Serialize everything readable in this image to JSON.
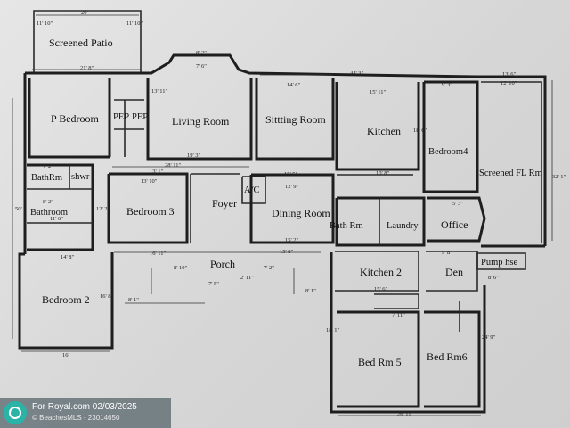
{
  "rooms": {
    "screened_patio": "Screened Patio",
    "p_bedroom": "P Bedroom",
    "pep1": "PEP",
    "pep2": "PEP",
    "living_room": "Living Room",
    "sitting_room": "Sittting Room",
    "kitchen": "Kitchen",
    "bedroom4": "Bedroom4",
    "screened_fl_rm": "Screened FL Rm",
    "bathrm": "BathRm",
    "shwr": "shwr",
    "bathroom": "Bathroom",
    "bedroom3": "Bedroom 3",
    "foyer": "Foyer",
    "ac": "A/C",
    "dining_room": "Dining Room",
    "bath_rm": "Bath Rm",
    "laundry": "Laundry",
    "office": "Office",
    "pump_hse": "Pump hse",
    "porch": "Porch",
    "bedroom2": "Bedroom 2",
    "kitchen2": "Kitchen 2",
    "den": "Den",
    "bed_rm5": "Bed Rm 5",
    "bed_rm6": "Bed Rm6"
  },
  "dimensions": {
    "patio_width": "20'",
    "patio_depth_left": "11' 10\"",
    "patio_depth_right": "11' 10\"",
    "p_bed_width": "21' 8\"",
    "bay_top": "8' 2\"",
    "bay_mid": "7' 6\"",
    "living_width": "19' 3\"",
    "living_depth": "13' 11\"",
    "sitting_width": "14' 6\"",
    "kitchen_width": "15' 11\"",
    "overall_top": "44' 3\"",
    "fl_width": "12' 10\"",
    "fl_top": "13' 6\"",
    "fl_depth": "32' 1\"",
    "bed4_width": "9' 3\"",
    "bed4_depth": "18' 6\"",
    "hall": "28' 11\"",
    "hall2": "13' 1\"",
    "dining_width": "15' 5\"",
    "dining_width2": "12' 9\"",
    "bed3_width": "13' 10\"",
    "bed3_depth": "12' 2\"",
    "bath_width": "8' 2\"",
    "bath_width2": "7' 2\"",
    "bath_width3": "11' 6\"",
    "overall_left": "50'",
    "kitchen_strip": "10' 8\"",
    "office_width": "5' 3\"",
    "dining_bottom": "15' 2\"",
    "porch_width": "16' 11\"",
    "porch_left": "8' 10\"",
    "porch_right": "7' 2\"",
    "porch_seg": "7' 5\"",
    "porch_seg2": "2' 11\"",
    "porch_seg3": "8' 1\"",
    "bed2_width": "14' 8\"",
    "bed2_depth": "16' 8\"",
    "bed2_bottom": "16'",
    "bed2_step": "8' 1\"",
    "kitchen2_width": "15' 6\"",
    "kitchen2_small": "7' 11\"",
    "den_width": "9' 8\"",
    "pump_width": "8' 6\"",
    "bed5_depth": "18' 1\"",
    "bed6_depth": "24' 9\"",
    "bottom_overall": "26' 11\"",
    "dining_sub": "15' 8\""
  },
  "watermark": {
    "line1": "For Royal.com   02/03/2025",
    "line2": "© BeachesMLS - 23014650"
  },
  "colors": {
    "paper": "#e2e2e2",
    "wall": "#1e1e1e",
    "watermark_accent": "#2ab3a6"
  }
}
